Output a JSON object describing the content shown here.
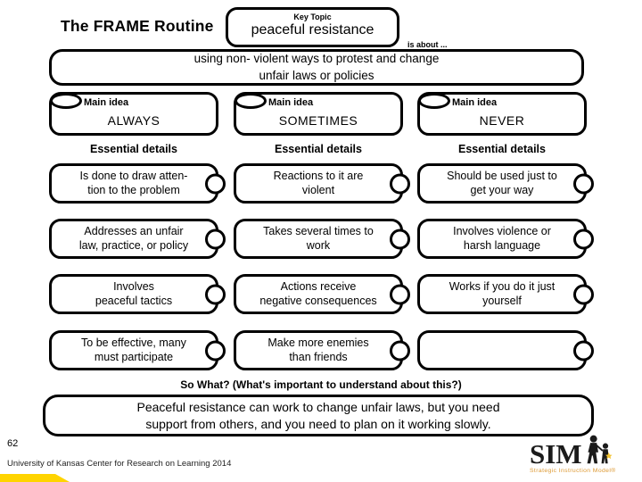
{
  "header": {
    "title": "The FRAME Routine",
    "key_topic_label": "Key Topic",
    "key_topic_value": "peaceful resistance",
    "is_about_label": "is about ...",
    "is_about_text": "using non- violent ways to protest and change\nunfair laws or policies"
  },
  "columns": [
    {
      "main_idea_label": "Main idea",
      "main_idea": "ALWAYS",
      "essential_label": "Essential details",
      "details": [
        "Is done to draw atten-\ntion to the problem",
        "Addresses an unfair\nlaw, practice, or policy",
        "Involves\npeaceful tactics",
        "To be effective, many\nmust participate"
      ]
    },
    {
      "main_idea_label": "Main idea",
      "main_idea": "SOMETIMES",
      "essential_label": "Essential details",
      "details": [
        "Reactions to it are\nviolent",
        "Takes several times to\nwork",
        "Actions receive\nnegative consequences",
        "Make more enemies\nthan friends"
      ]
    },
    {
      "main_idea_label": "Main idea",
      "main_idea": "NEVER",
      "essential_label": "Essential details",
      "details": [
        "Should be used just to\nget your way",
        "Involves violence or\nharsh language",
        "Works if you do it just\nyourself",
        ""
      ]
    }
  ],
  "footer": {
    "so_what_label": "So What? (What's important to understand about this?)",
    "so_what_text": "Peaceful resistance can work to change unfair laws, but you need\nsupport from others, and you need to plan on it working slowly.",
    "page_number": "62",
    "credit": "University of Kansas Center for Research on Learning 2014"
  },
  "logo": {
    "word": "SIM",
    "tagline": "Strategic Instruction Model®",
    "tagline_color": "#DD9933",
    "star_color": "#F2C230"
  },
  "colors": {
    "border": "#000000",
    "background": "#FFFFFF",
    "accent_stripe": "#FFD400"
  }
}
